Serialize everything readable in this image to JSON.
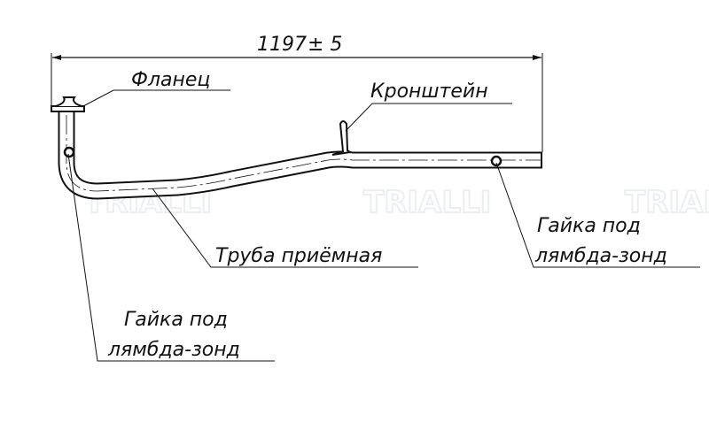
{
  "dimension": {
    "value": "1197",
    "tolerance": "± 5"
  },
  "labels": {
    "flange": "Фланец",
    "bracket": "Кронштейн",
    "pipe": "Труба приёмная",
    "sensor_nut_right": [
      "Гайка под",
      "лямбда-зонд"
    ],
    "sensor_nut_left": [
      "Гайка под",
      "лямбда-зонд"
    ]
  },
  "watermark": "TRIALLI",
  "colors": {
    "line": "#111111",
    "watermark": "#eceff2"
  }
}
